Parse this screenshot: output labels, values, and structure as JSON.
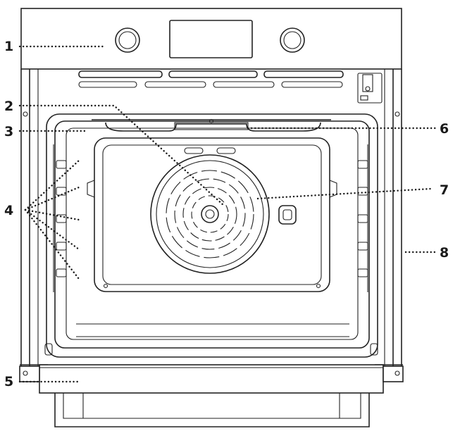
{
  "callouts": [
    {
      "id": "control-panel",
      "label": "1"
    },
    {
      "id": "fan-cover",
      "label": "2"
    },
    {
      "id": "oven-cavity",
      "label": "3"
    },
    {
      "id": "shelf-runners",
      "label": "4"
    },
    {
      "id": "door-base",
      "label": "5"
    },
    {
      "id": "top-heating-element",
      "label": "6"
    },
    {
      "id": "fan",
      "label": "7"
    },
    {
      "id": "oven-side",
      "label": "8"
    }
  ]
}
